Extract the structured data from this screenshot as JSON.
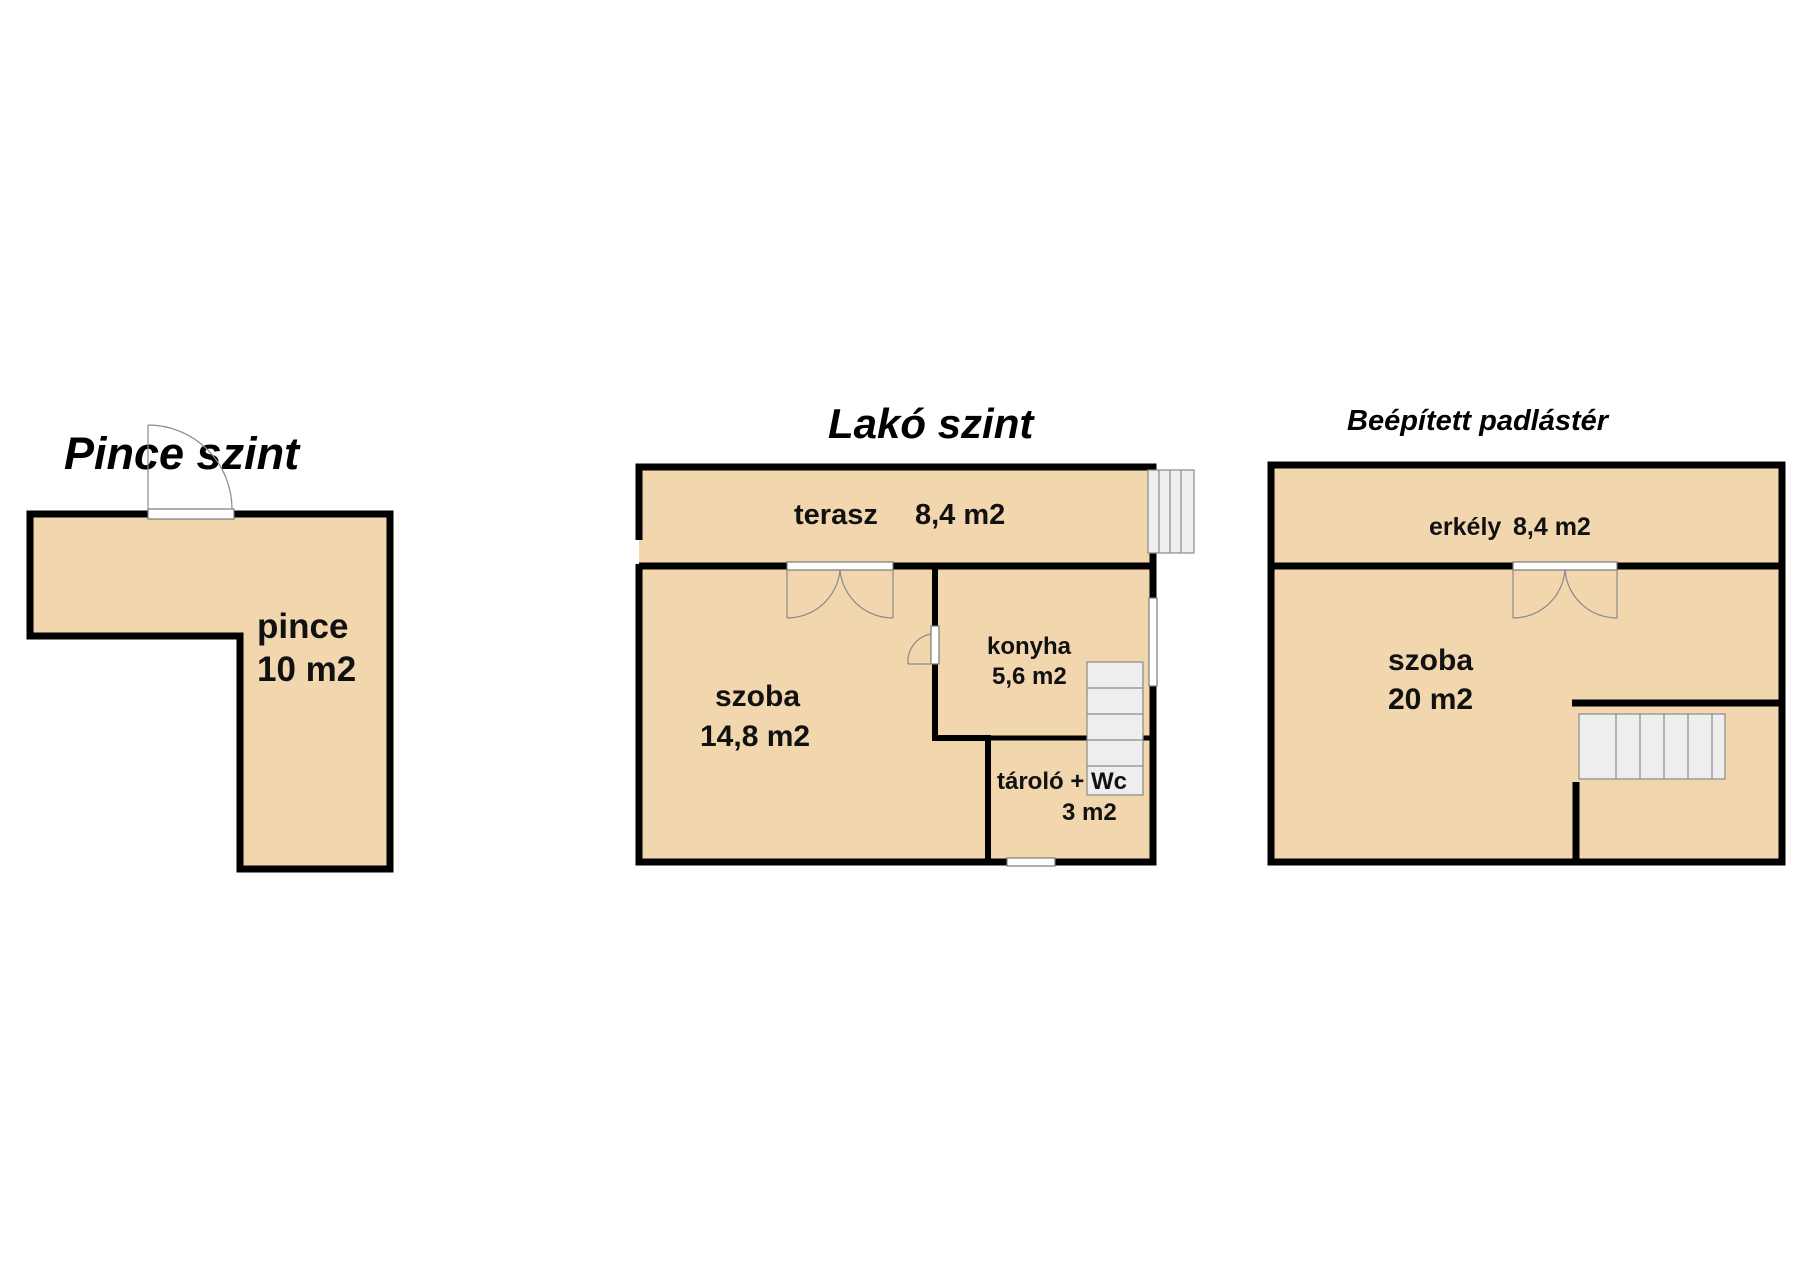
{
  "floors": {
    "pince": {
      "title": "Pince szint",
      "rooms": [
        {
          "name": "pince",
          "area": "10 m2"
        }
      ]
    },
    "lako": {
      "title": "Lakó szint",
      "rooms": [
        {
          "name": "terasz",
          "area": "8,4 m2"
        },
        {
          "name": "szoba",
          "area": "14,8 m2"
        },
        {
          "name": "konyha",
          "area": "5,6 m2"
        },
        {
          "name": "tároló + Wc",
          "area": "3 m2"
        }
      ]
    },
    "padlas": {
      "title": "Beépített padlástér",
      "rooms": [
        {
          "name": "erkély",
          "area": "8,4 m2"
        },
        {
          "name": "szoba",
          "area": "20 m2"
        }
      ]
    }
  },
  "colors": {
    "floor": "#f1d6ae",
    "wall": "#000000"
  }
}
